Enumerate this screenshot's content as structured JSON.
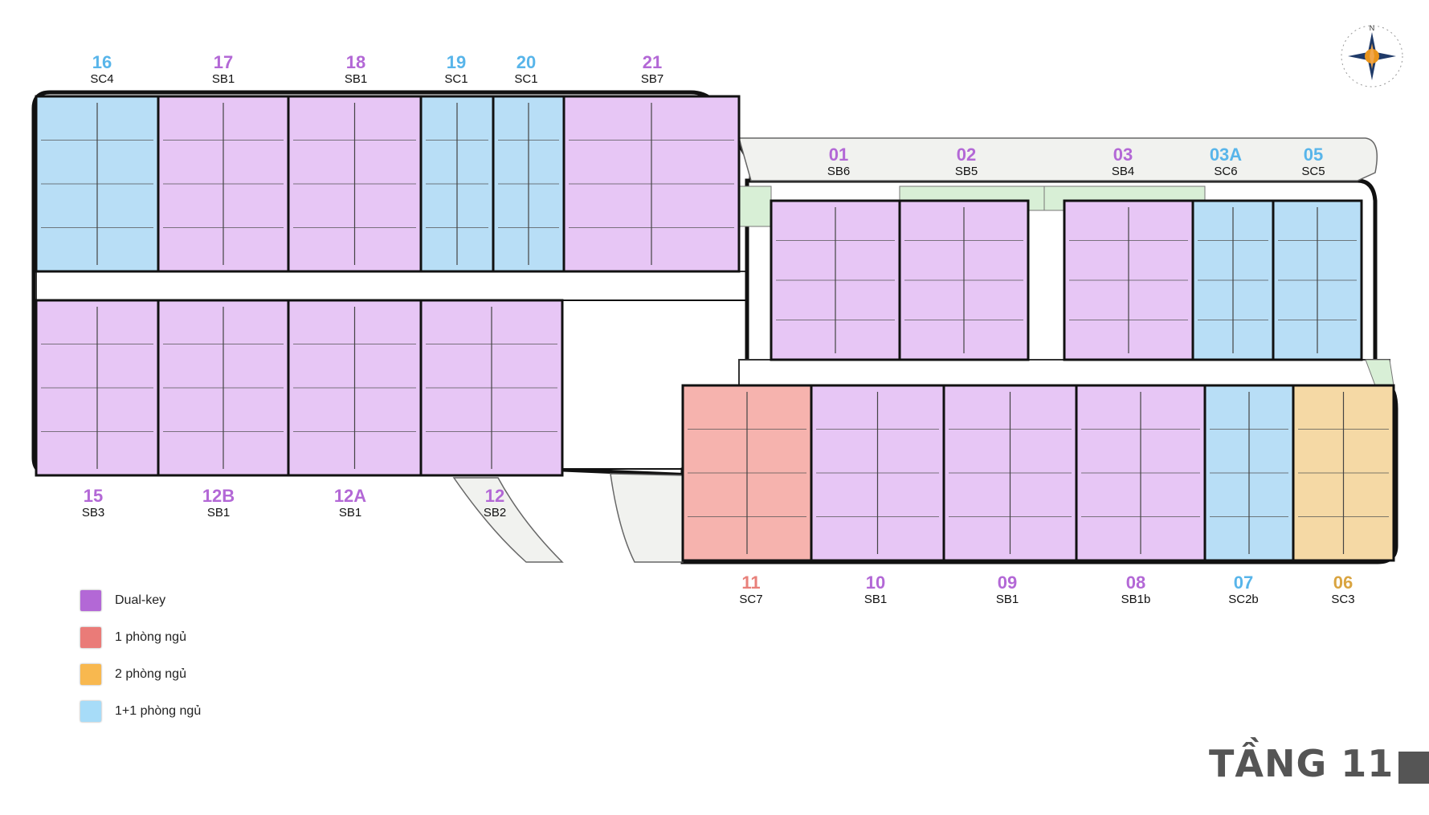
{
  "floor_title": "TẦNG 11",
  "colors": {
    "dual_key": "#e7c6f5",
    "one_bedroom": "#f6b3ae",
    "two_bedroom": "#f5d9a5",
    "one_plus_one": "#b8def6",
    "num_dual_key": "#b368d6",
    "num_one_bedroom": "#e8807a",
    "num_two_bedroom": "#d9a440",
    "num_one_plus_one": "#58b5ea"
  },
  "legend": [
    {
      "label": "Dual-key",
      "color": "#b368d6"
    },
    {
      "label": "1 phòng ngủ",
      "color": "#ea7b78"
    },
    {
      "label": "2 phòng ngủ",
      "color": "#f8b84f"
    },
    {
      "label": "1+1 phòng ngủ",
      "color": "#a7dcf8"
    }
  ],
  "units_top_left": [
    {
      "number": "16",
      "code": "SC4",
      "type": "one_plus_one"
    },
    {
      "number": "17",
      "code": "SB1",
      "type": "dual_key"
    },
    {
      "number": "18",
      "code": "SB1",
      "type": "dual_key"
    },
    {
      "number": "19",
      "code": "SC1",
      "type": "one_plus_one"
    },
    {
      "number": "20",
      "code": "SC1",
      "type": "one_plus_one"
    },
    {
      "number": "21",
      "code": "SB7",
      "type": "dual_key"
    }
  ],
  "units_bottom_left": [
    {
      "number": "15",
      "code": "SB3",
      "type": "dual_key"
    },
    {
      "number": "12B",
      "code": "SB1",
      "type": "dual_key"
    },
    {
      "number": "12A",
      "code": "SB1",
      "type": "dual_key"
    },
    {
      "number": "12",
      "code": "SB2",
      "type": "dual_key"
    }
  ],
  "units_top_right": [
    {
      "number": "01",
      "code": "SB6",
      "type": "dual_key"
    },
    {
      "number": "02",
      "code": "SB5",
      "type": "dual_key"
    },
    {
      "number": "03",
      "code": "SB4",
      "type": "dual_key"
    },
    {
      "number": "03A",
      "code": "SC6",
      "type": "one_plus_one"
    },
    {
      "number": "05",
      "code": "SC5",
      "type": "one_plus_one"
    }
  ],
  "units_bottom_right": [
    {
      "number": "11",
      "code": "SC7",
      "type": "one_bedroom"
    },
    {
      "number": "10",
      "code": "SB1",
      "type": "dual_key"
    },
    {
      "number": "09",
      "code": "SB1",
      "type": "dual_key"
    },
    {
      "number": "08",
      "code": "SB1b",
      "type": "dual_key"
    },
    {
      "number": "07",
      "code": "SC2b",
      "type": "one_plus_one"
    },
    {
      "number": "06",
      "code": "SC3",
      "type": "two_bedroom"
    }
  ],
  "compass": {
    "label": "N"
  }
}
